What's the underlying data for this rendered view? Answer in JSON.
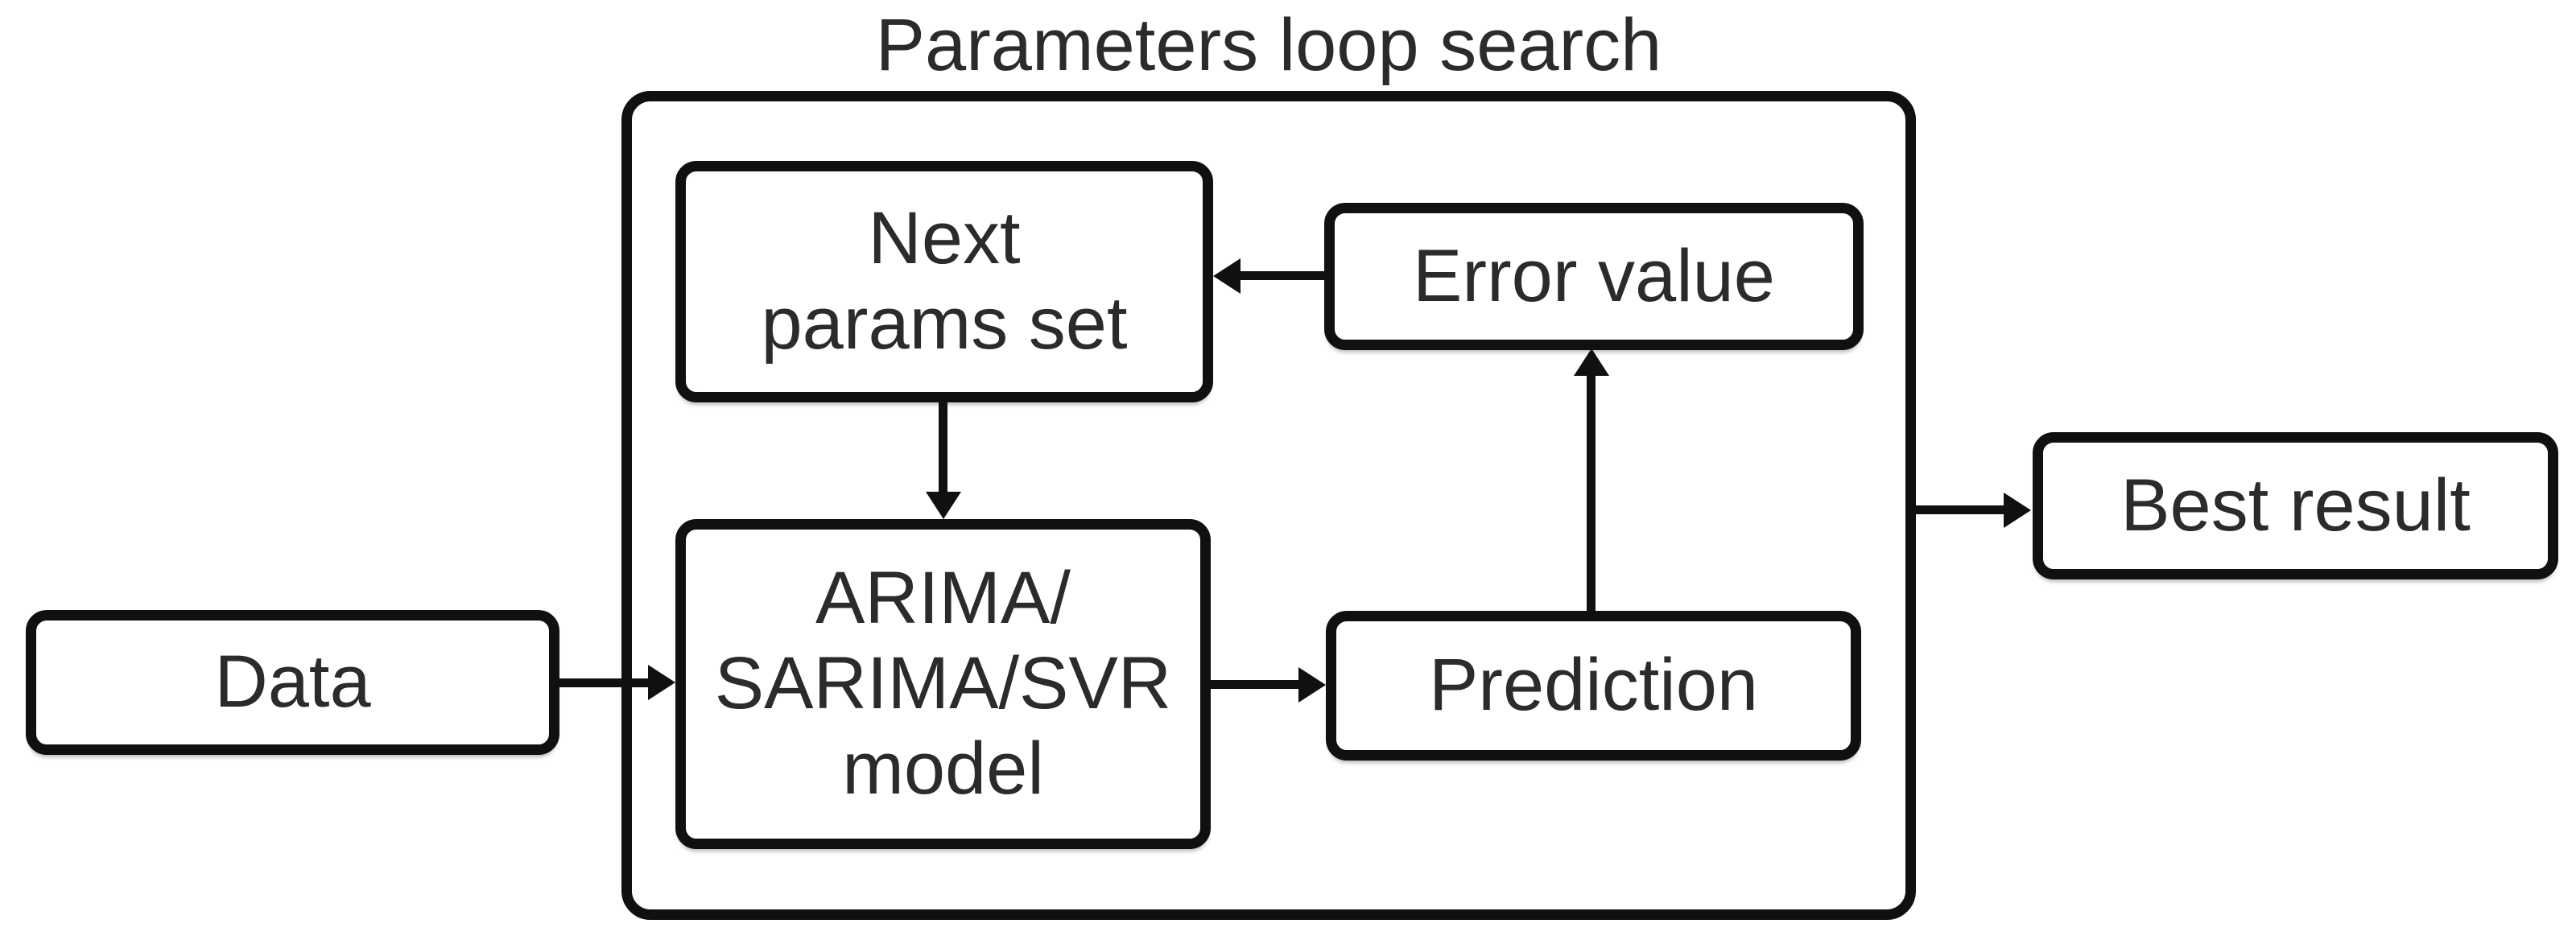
{
  "diagram": {
    "title": "Parameters loop search",
    "colors": {
      "background": "#ffffff",
      "stroke": "#101010",
      "text": "#2b2b2b"
    },
    "nodes": {
      "data": {
        "label": "Data"
      },
      "next_params": {
        "label": "Next\nparams set"
      },
      "error_value": {
        "label": "Error value"
      },
      "model": {
        "label": "ARIMA/\nSARIMA/SVR\nmodel"
      },
      "prediction": {
        "label": "Prediction"
      },
      "best_result": {
        "label": "Best result"
      }
    },
    "edges": [
      {
        "from": "data",
        "to": "model"
      },
      {
        "from": "next_params",
        "to": "model"
      },
      {
        "from": "model",
        "to": "prediction"
      },
      {
        "from": "prediction",
        "to": "error_value"
      },
      {
        "from": "error_value",
        "to": "next_params"
      },
      {
        "from": "parameters_loop",
        "to": "best_result"
      }
    ]
  }
}
